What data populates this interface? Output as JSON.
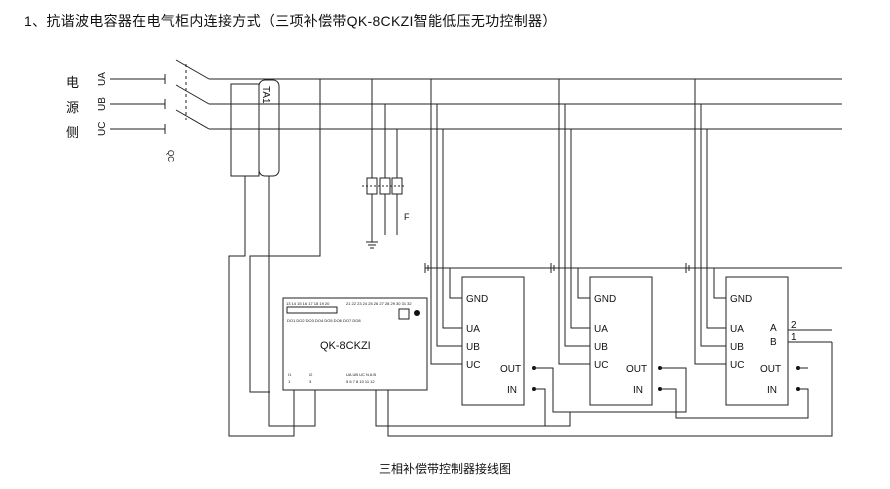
{
  "title": "1、抗谐波电容器在电气柜内连接方式（三项补偿带QK-8CKZI智能低压无功控制器）",
  "caption": "三相补偿带控制器接线图",
  "source_side": {
    "label_chars": [
      "电",
      "源",
      "侧"
    ],
    "phases": [
      "UA",
      "UB",
      "UC"
    ]
  },
  "switch_label": "QC",
  "ct_label": "TA1",
  "fuse_label": "F",
  "controller": {
    "name": "QK-8CKZI",
    "pin_row_top_left": "13 14 15 16 17 18 19 20",
    "pin_row_top_right": "21 22 23 24 25 26 27 28 29 30 31 32",
    "pin_row_sub": "DO1 DO2 DO3 DO4 DO5 DO6 DO7 DO8",
    "bottom_left_labels": [
      "I1",
      "1",
      "I2",
      "3"
    ],
    "bottom_right_labels": "UA UB UC N  A  B",
    "bottom_right_numbers": "5  6  7  8  10 11 12"
  },
  "capacitor_units": [
    {
      "gnd": "GND",
      "ua": "UA",
      "ub": "UB",
      "uc": "UC",
      "out": "OUT",
      "in": "IN"
    },
    {
      "gnd": "GND",
      "ua": "UA",
      "ub": "UB",
      "uc": "UC",
      "out": "OUT",
      "in": "IN"
    },
    {
      "gnd": "GND",
      "ua": "UA",
      "ub": "UB",
      "uc": "UC",
      "out": "OUT",
      "in": "IN",
      "a": "A",
      "b": "B",
      "a_num": "2",
      "b_num": "1"
    }
  ]
}
